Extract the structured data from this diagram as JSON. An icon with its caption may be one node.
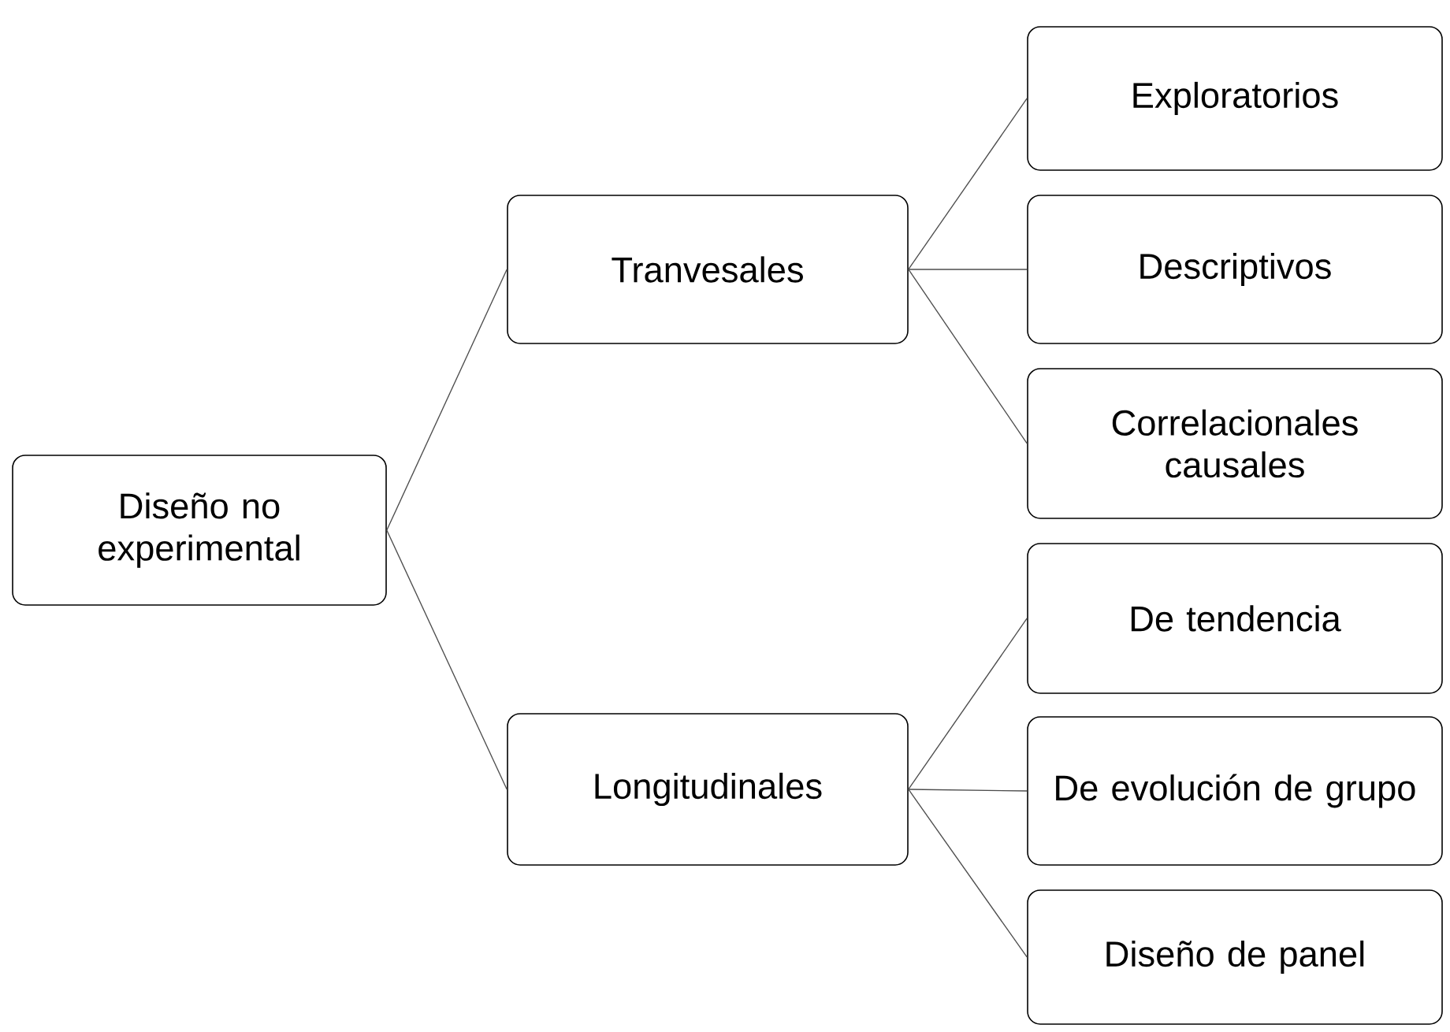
{
  "diagram": {
    "nodes": [
      {
        "text": [
          "Diseño no experimental"
        ]
      },
      {
        "text": [
          "Tranvesales"
        ]
      },
      {
        "text": [
          "Exploratorios"
        ]
      },
      {
        "text": [
          "Descriptivos"
        ]
      },
      {
        "text": [
          "Correlacionales causales"
        ]
      },
      {
        "text": [
          "Longitudinales"
        ]
      },
      {
        "text": [
          "De tendencia"
        ]
      },
      {
        "text": [
          "De evolución de grupo"
        ]
      },
      {
        "text": [
          "Diseño de panel"
        ]
      }
    ],
    "edges": [
      {
        "from": 0,
        "to": 1,
        "arrow": "none"
      },
      {
        "from": 1,
        "to": 2,
        "arrow": "none"
      },
      {
        "from": 1,
        "to": 3,
        "arrow": "none"
      },
      {
        "from": 1,
        "to": 4,
        "arrow": "none"
      },
      {
        "from": 0,
        "to": 5,
        "arrow": "none"
      },
      {
        "from": 5,
        "to": 6,
        "arrow": "none"
      },
      {
        "from": 5,
        "to": 7,
        "arrow": "none"
      },
      {
        "from": 5,
        "to": 8,
        "arrow": "none"
      }
    ]
  }
}
